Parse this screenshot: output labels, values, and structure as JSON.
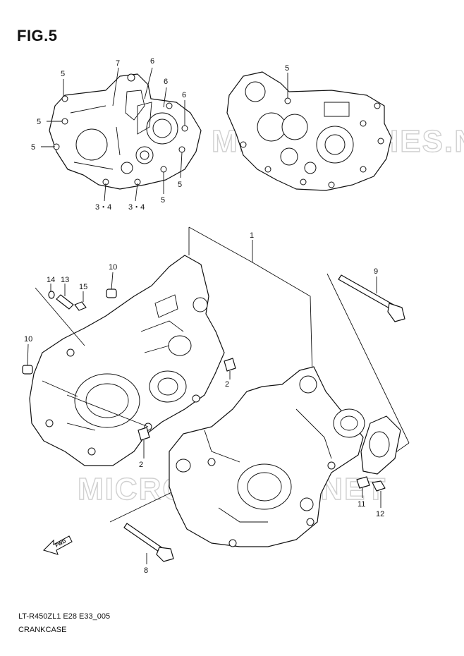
{
  "figure": {
    "title": "FIG.5"
  },
  "footer": {
    "code": "LT-R450ZL1 E28 E33_005",
    "name": "CRANKCASE"
  },
  "watermark": {
    "text": "MICROFICHES.NET"
  },
  "callouts": {
    "c1": "1",
    "c2a": "2",
    "c2b": "2",
    "c5a": "5",
    "c5b": "5",
    "c5c": "5",
    "c5d": "5",
    "c5e": "5",
    "c5f": "5",
    "c6a": "6",
    "c6b": "6",
    "c6c": "6",
    "c7": "7",
    "c8": "8",
    "c9": "9",
    "c10a": "10",
    "c10b": "10",
    "c11": "11",
    "c12": "12",
    "c13": "13",
    "c14": "14",
    "c15": "15",
    "c34a": "3・4",
    "c34b": "3・4"
  },
  "fwd": {
    "label": "FWD"
  }
}
